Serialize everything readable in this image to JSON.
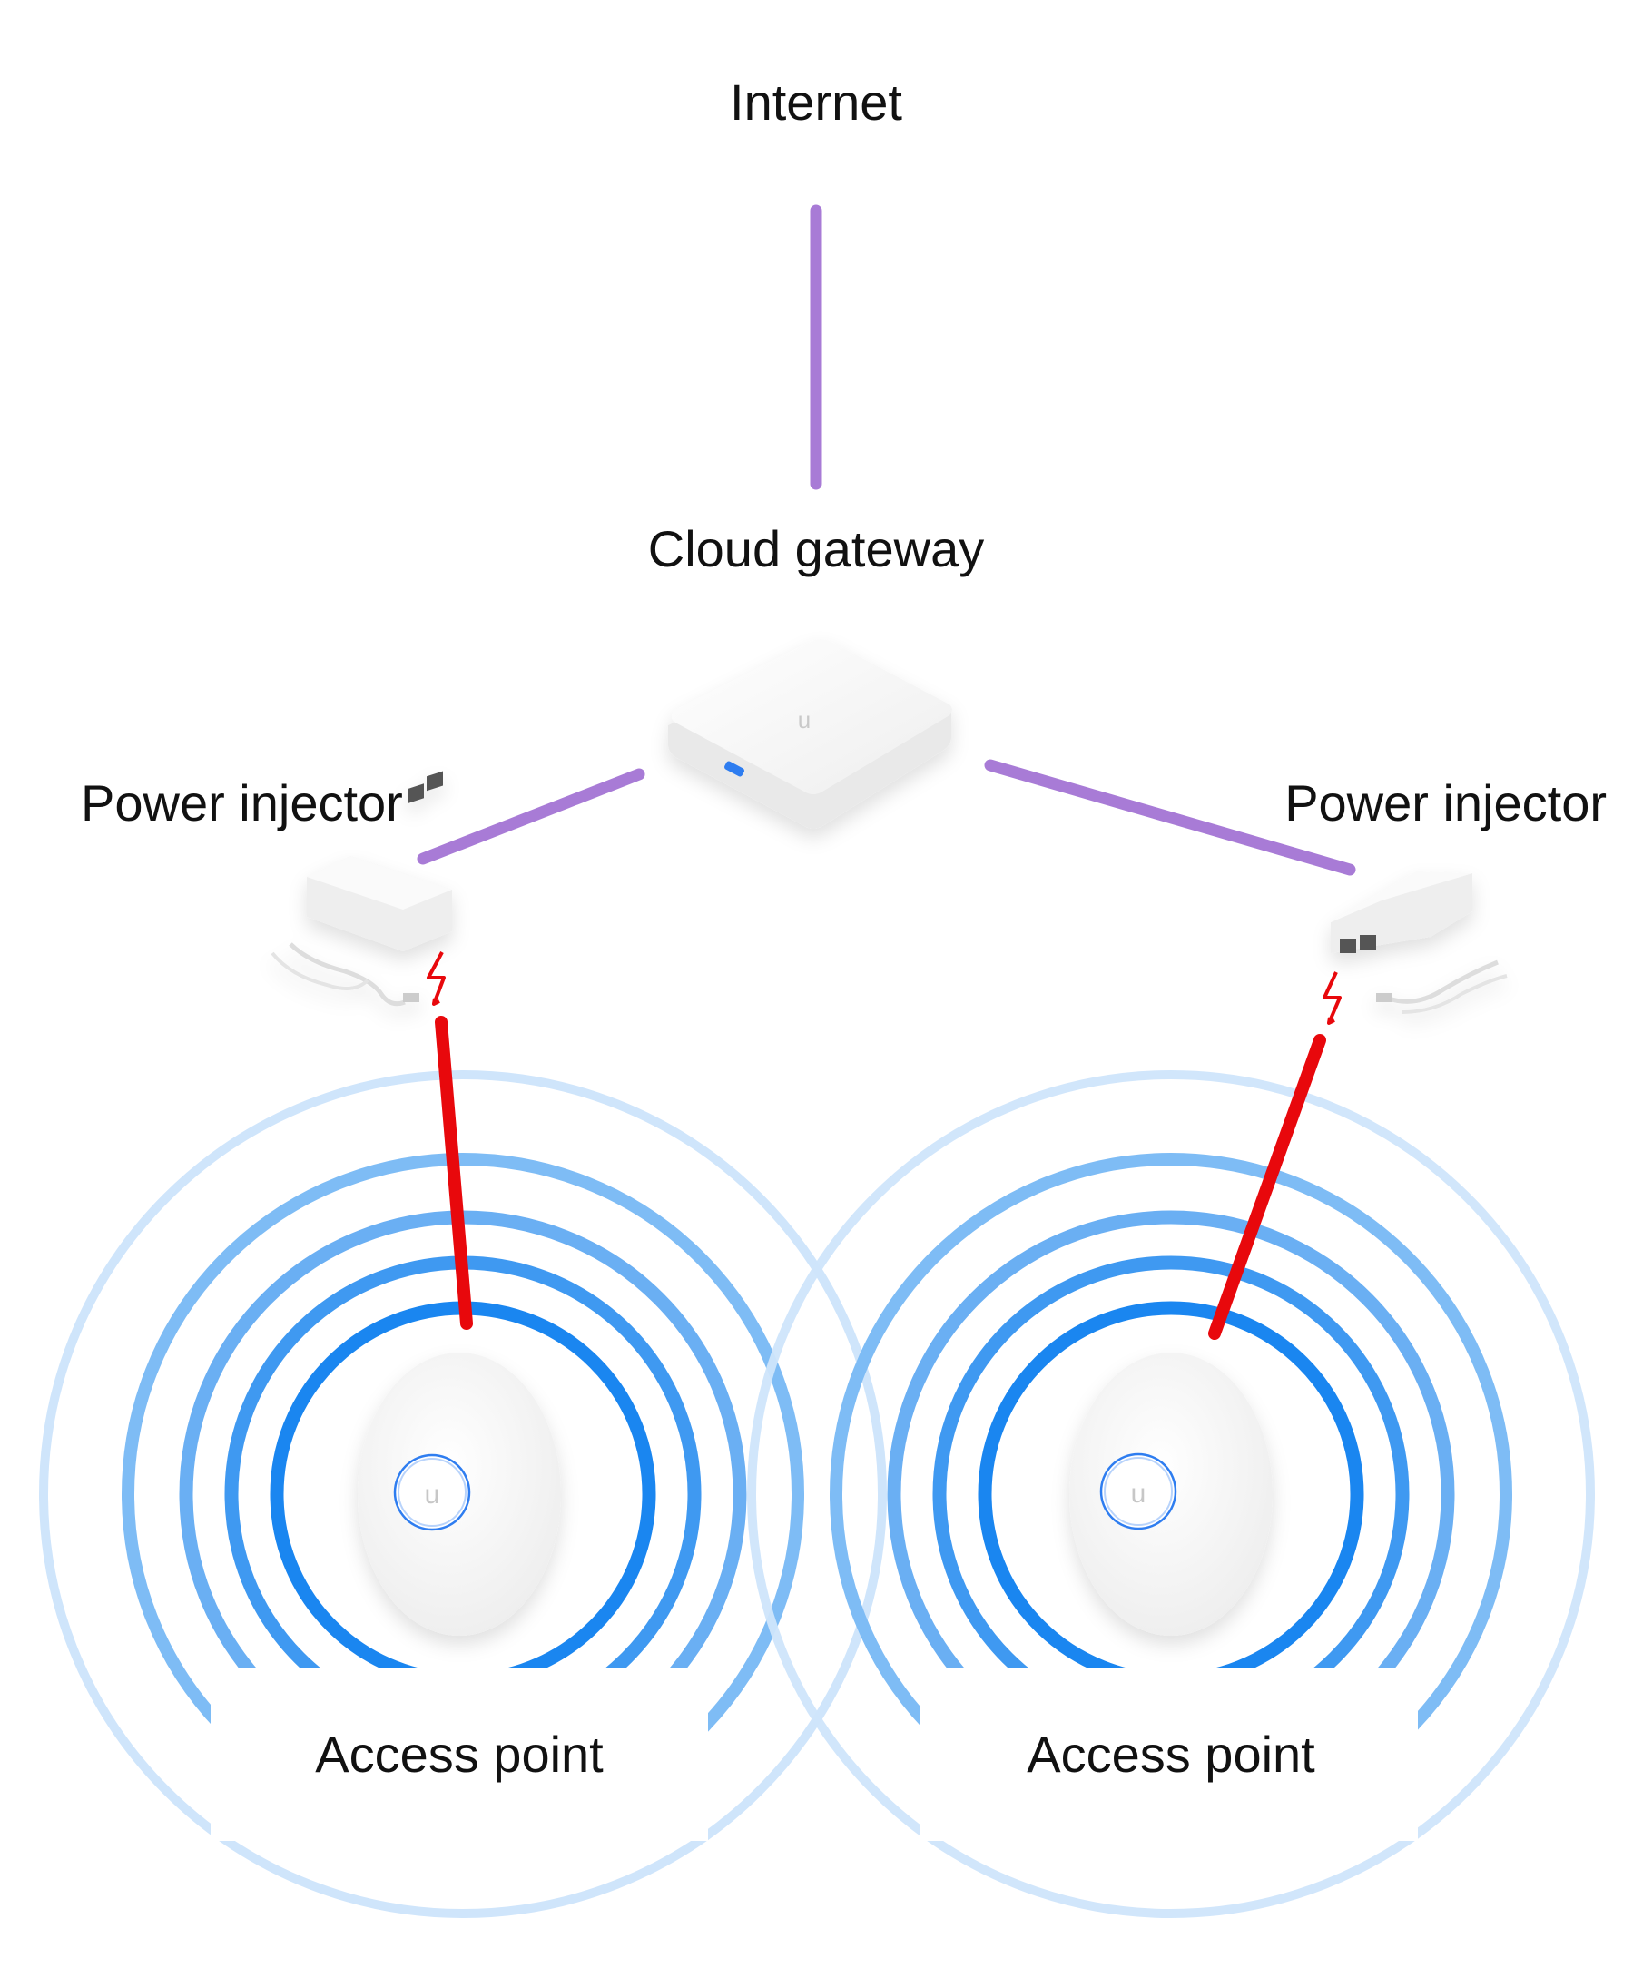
{
  "labels": {
    "internet": "Internet",
    "cloud_gateway": "Cloud gateway",
    "power_injector_left": "Power injector",
    "power_injector_right": "Power injector",
    "access_point_left": "Access point",
    "access_point_right": "Access point"
  },
  "colors": {
    "uplink_cable": "#a87bd6",
    "poe_cable": "#e8080c",
    "ring_inner": "#1a86f0",
    "ring_mid": "#55a6f2",
    "ring_outer": "#7ebcf5",
    "ring_faint": "#cfe5fb",
    "device_body": "#f6f6f6",
    "logo_ring": "#2f7df0"
  },
  "icons": {
    "gateway": "cloud-gateway-icon",
    "injector": "power-injector-icon",
    "power": "lightning-bolt-icon",
    "access_point": "access-point-icon"
  }
}
